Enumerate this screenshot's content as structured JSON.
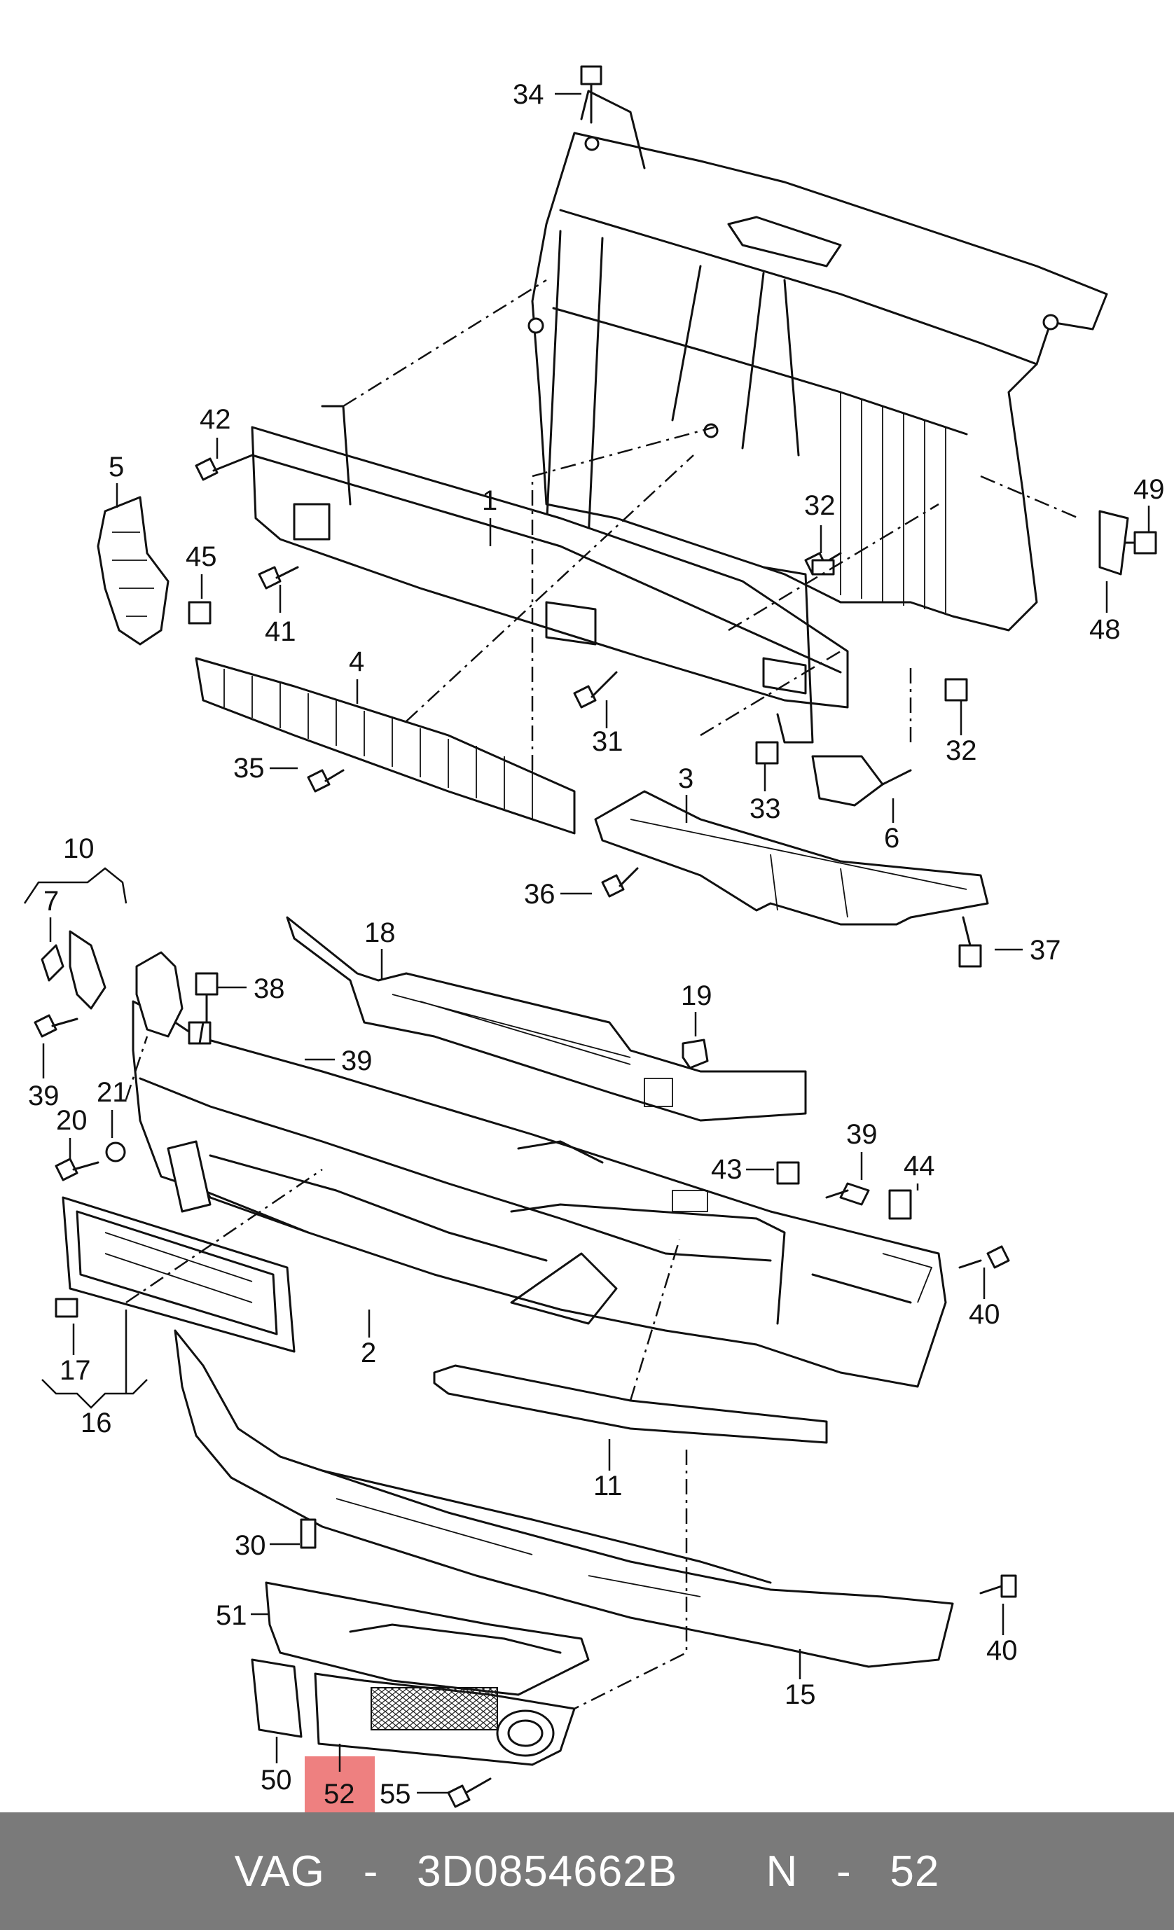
{
  "diagram": {
    "callouts": {
      "c1": "1",
      "c2": "2",
      "c3": "3",
      "c4": "4",
      "c5": "5",
      "c6": "6",
      "c7": "7",
      "c10": "10",
      "c11": "11",
      "c15": "15",
      "c16": "16",
      "c17": "17",
      "c18": "18",
      "c19": "19",
      "c20": "20",
      "c21": "21",
      "c30": "30",
      "c31": "31",
      "c32a": "32",
      "c32b": "32",
      "c33": "33",
      "c34": "34",
      "c35": "35",
      "c36": "36",
      "c37": "37",
      "c38": "38",
      "c39a": "39",
      "c39b": "39",
      "c39c": "39",
      "c40a": "40",
      "c40b": "40",
      "c41": "41",
      "c42": "42",
      "c43": "43",
      "c44": "44",
      "c45": "45",
      "c48": "48",
      "c49": "49",
      "c50": "50",
      "c51": "51",
      "c52": "52",
      "c55": "55"
    },
    "highlight_color": "#ee8080",
    "highlighted_callout": "52"
  },
  "footer": {
    "brand": "VAG",
    "dash": "-",
    "part_number": "3D0854662B",
    "position_prefix": "N",
    "position_dash": "-",
    "position_number": "52",
    "background": "#7a7a7a"
  }
}
